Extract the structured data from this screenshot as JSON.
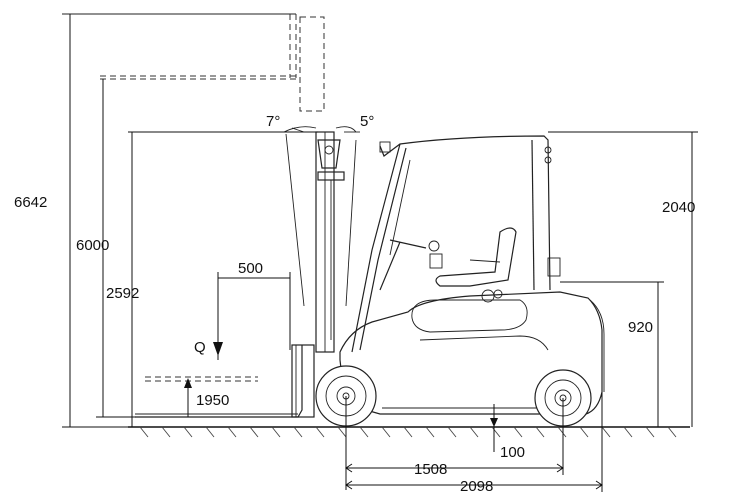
{
  "dimensions": {
    "overall_height_raised": "6642",
    "lift_height": "6000",
    "mast_height_lowered": "2592",
    "overhead_guard_height": "2040",
    "seat_height": "920",
    "load_centre": "500",
    "free_lift": "1950",
    "ground_clearance": "100",
    "wheelbase": "1508",
    "length_to_fork_face": "2098"
  },
  "angles": {
    "tilt_forward": "7°",
    "tilt_backward": "5°"
  },
  "labels": {
    "load": "Q"
  }
}
